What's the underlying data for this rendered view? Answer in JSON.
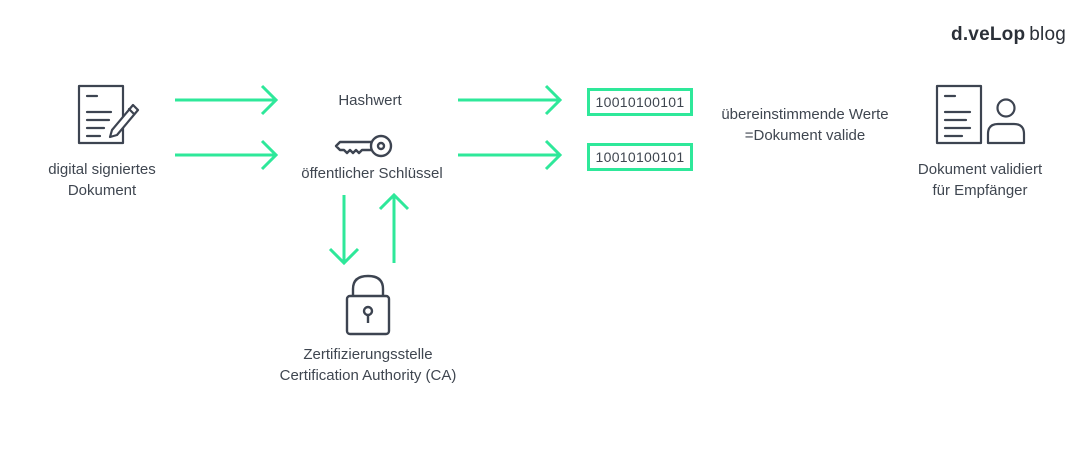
{
  "brand": {
    "name": "d.veLop",
    "suffix": "blog"
  },
  "nodes": {
    "signed_doc": {
      "line1": "digital signiertes",
      "line2": "Dokument"
    },
    "hashwert": {
      "label": "Hashwert"
    },
    "public_key": {
      "label": "öffentlicher Schlüssel"
    },
    "ca": {
      "line1": "Zertifizierungsstelle",
      "line2": "Certification Authority (CA)"
    },
    "hash_top": {
      "value": "10010100101"
    },
    "hash_bottom": {
      "value": "10010100101"
    },
    "match": {
      "line1": "übereinstimmende Werte",
      "line2": "=Dokument valide"
    },
    "validated": {
      "line1": "Dokument validiert",
      "line2": "für Empfänger"
    }
  },
  "colors": {
    "accent": "#2ee89a",
    "icon": "#3d4451",
    "text": "#3f4650"
  },
  "icons": {
    "signed_doc": "document-pen-icon",
    "key": "key-icon",
    "lock": "padlock-icon",
    "validated": "document-user-icon"
  }
}
